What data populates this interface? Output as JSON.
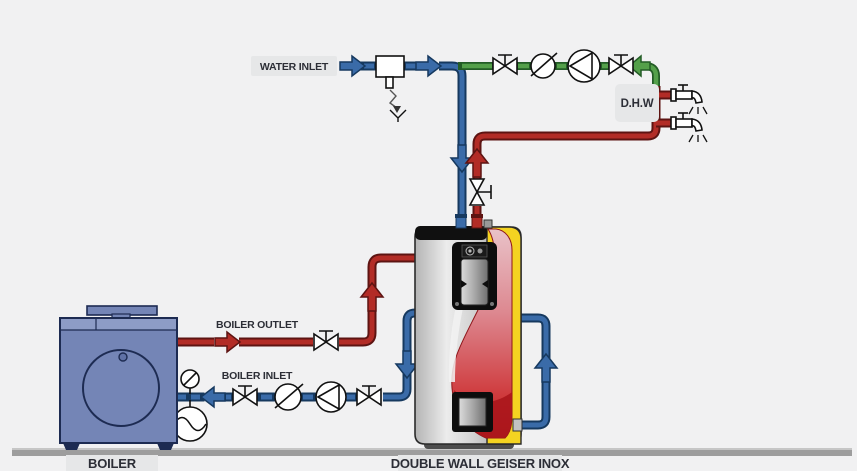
{
  "diagram": {
    "labels": {
      "water_inlet": "WATER INLET",
      "dhw": "D.H.W",
      "boiler_outlet": "BOILER OUTLET",
      "boiler_inlet": "BOILER INLET",
      "boiler_caption": "BOILER",
      "tank_caption": "DOUBLE WALL GEISER INOX"
    },
    "colors": {
      "background": "#f1f1f2",
      "floor": "#9d9d9d",
      "cold_water_pipe": "#3a6ba8",
      "hot_water_pipe": "#b22c26",
      "recirculation_pipe": "#54a04a",
      "insulation_yellow": "#f4d321",
      "boiler_body": "#7485b6",
      "label_background": "#e6e7e8",
      "label_text": "#2c2e36"
    },
    "icons": [
      {
        "name": "pressure-reducer-with-drain-icon",
        "line": "water inlet"
      },
      {
        "name": "shutoff-valve-icon",
        "count": 6
      },
      {
        "name": "check-valve-icon",
        "count": 2
      },
      {
        "name": "circulation-pump-icon",
        "count": 2
      },
      {
        "name": "gauge-icon",
        "count": 1
      },
      {
        "name": "expansion-vessel-icon",
        "count": 1
      },
      {
        "name": "faucet-icon",
        "count": 2
      },
      {
        "name": "flow-arrow",
        "count": 10
      }
    ]
  }
}
